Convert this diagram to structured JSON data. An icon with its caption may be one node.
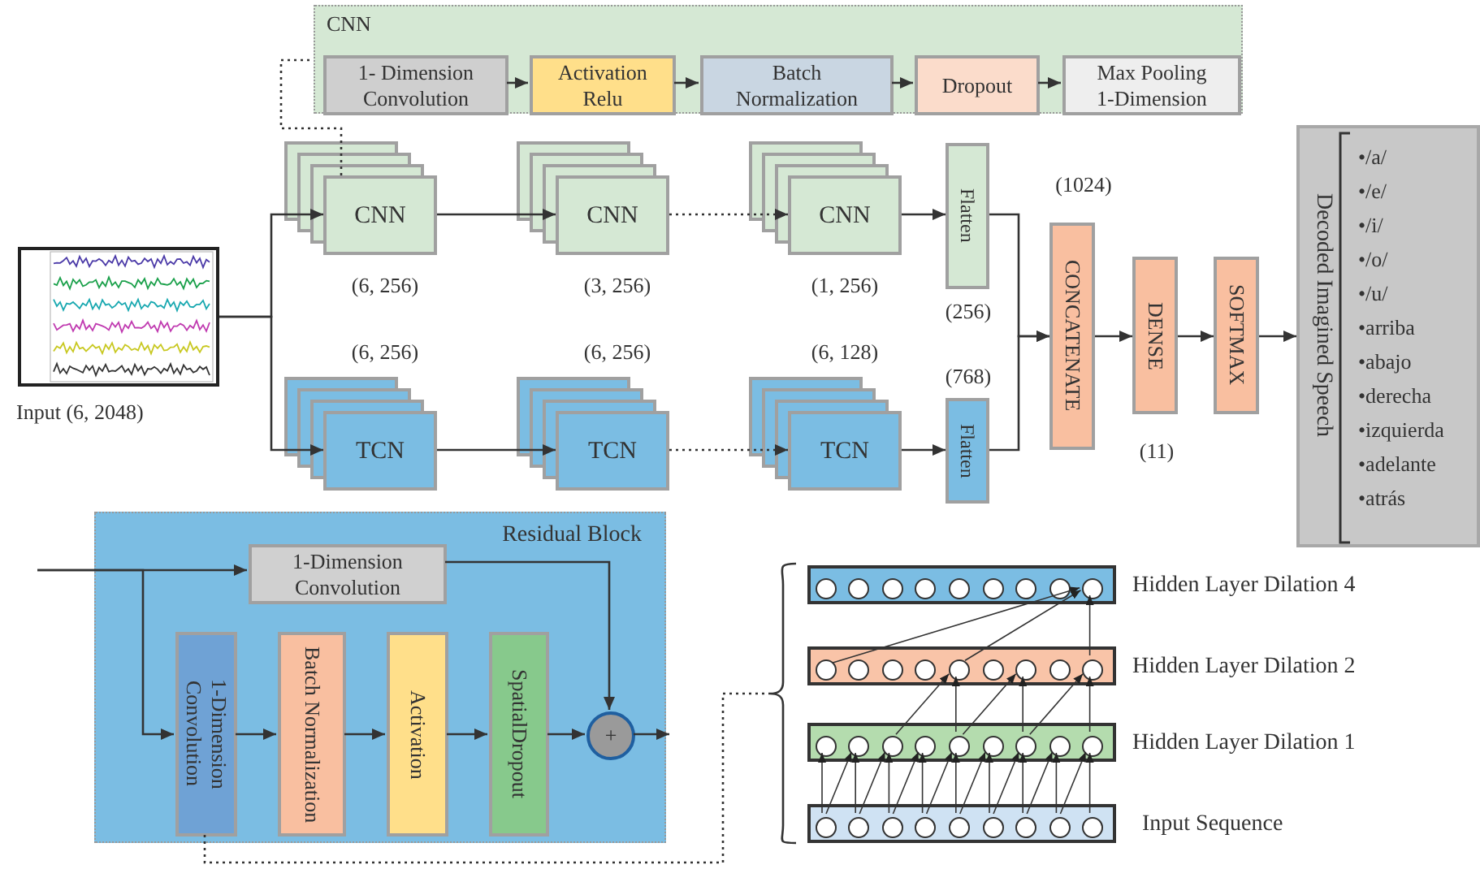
{
  "diagram": {
    "nodes": [
      {
        "text": [
          "CNN"
        ]
      },
      {
        "text": [
          "1- Dimension Convolution"
        ],
        "in": 0
      },
      {
        "text": [
          "Activation Relu"
        ],
        "in": 0
      },
      {
        "text": [
          "Batch Normalization"
        ],
        "in": 0
      },
      {
        "text": [
          "Dropout"
        ],
        "in": 0
      },
      {
        "text": [
          "Max Pooling 1-Dimension"
        ],
        "in": 0
      },
      {
        "text": [],
        "shape": "picture",
        "beside": [
          "Input (6, 2048)"
        ]
      },
      {
        "text": [
          "CNN"
        ],
        "beside": [
          "(6, 256)"
        ]
      },
      {
        "text": [
          "CNN"
        ],
        "beside": [
          "(3, 256)"
        ]
      },
      {
        "text": [
          "CNN"
        ],
        "beside": [
          "(1, 256)"
        ]
      },
      {
        "text": [
          "Flatten"
        ],
        "beside": [
          "(256)"
        ]
      },
      {
        "text": [
          "TCN"
        ],
        "beside": [
          "(6, 256)"
        ]
      },
      {
        "text": [
          "TCN"
        ],
        "beside": [
          "(6, 256)"
        ]
      },
      {
        "text": [
          "TCN"
        ],
        "beside": [
          "(6, 128)"
        ]
      },
      {
        "text": [
          "Flatten"
        ],
        "beside": [
          "(768)"
        ]
      },
      {
        "text": [
          "CONCATENATE"
        ],
        "beside": [
          "(1024)"
        ]
      },
      {
        "text": [
          "DENSE"
        ],
        "beside": [
          "(11)"
        ]
      },
      {
        "text": [
          "SOFTMAX"
        ]
      },
      {
        "text": [
          "Decoded Imagined Speech",
          "•/a/",
          "•/e/",
          "•/i/",
          "•/o/",
          "•/u/",
          "•arriba",
          "•abajo",
          "•derecha",
          "•izquierda",
          "•adelante",
          "•atrás"
        ]
      },
      {
        "text": [
          "Residual Block"
        ]
      },
      {
        "text": [
          "1-Dimension Convolution"
        ],
        "in": 19
      },
      {
        "text": [
          "1-Dimension Convolution"
        ],
        "in": 19
      },
      {
        "text": [
          "Batch Normalization"
        ],
        "in": 19
      },
      {
        "text": [
          "Activation"
        ],
        "in": 19
      },
      {
        "text": [
          "SpatialDropout"
        ],
        "in": 19
      },
      {
        "text": [
          "+"
        ],
        "in": 19
      },
      {
        "text": [],
        "shape": "bar",
        "beside": [
          "Hidden Layer Dilation 4"
        ]
      },
      {
        "text": [],
        "shape": "bar",
        "beside": [
          "Hidden Layer Dilation 2"
        ]
      },
      {
        "text": [],
        "shape": "bar",
        "beside": [
          "Hidden Layer Dilation 1"
        ]
      },
      {
        "text": [],
        "shape": "bar",
        "beside": [
          "Input Sequence"
        ]
      },
      {
        "text": [],
        "shape": "circle",
        "in": 26
      },
      {
        "text": [],
        "shape": "circle",
        "in": 26
      },
      {
        "text": [],
        "shape": "circle",
        "in": 26
      },
      {
        "text": [],
        "shape": "circle",
        "in": 26
      },
      {
        "text": [],
        "shape": "circle",
        "in": 26
      },
      {
        "text": [],
        "shape": "circle",
        "in": 26
      },
      {
        "text": [],
        "shape": "circle",
        "in": 26
      },
      {
        "text": [],
        "shape": "circle",
        "in": 26
      },
      {
        "text": [],
        "shape": "circle",
        "in": 26
      },
      {
        "text": [],
        "shape": "circle",
        "in": 27
      },
      {
        "text": [],
        "shape": "circle",
        "in": 27
      },
      {
        "text": [],
        "shape": "circle",
        "in": 27
      },
      {
        "text": [],
        "shape": "circle",
        "in": 27
      },
      {
        "text": [],
        "shape": "circle",
        "in": 27
      },
      {
        "text": [],
        "shape": "circle",
        "in": 27
      },
      {
        "text": [],
        "shape": "circle",
        "in": 27
      },
      {
        "text": [],
        "shape": "circle",
        "in": 27
      },
      {
        "text": [],
        "shape": "circle",
        "in": 27
      },
      {
        "text": [],
        "shape": "circle",
        "in": 28
      },
      {
        "text": [],
        "shape": "circle",
        "in": 28
      },
      {
        "text": [],
        "shape": "circle",
        "in": 28
      },
      {
        "text": [],
        "shape": "circle",
        "in": 28
      },
      {
        "text": [],
        "shape": "circle",
        "in": 28
      },
      {
        "text": [],
        "shape": "circle",
        "in": 28
      },
      {
        "text": [],
        "shape": "circle",
        "in": 28
      },
      {
        "text": [],
        "shape": "circle",
        "in": 28
      },
      {
        "text": [],
        "shape": "circle",
        "in": 28
      },
      {
        "text": [],
        "shape": "circle",
        "in": 29
      },
      {
        "text": [],
        "shape": "circle",
        "in": 29
      },
      {
        "text": [],
        "shape": "circle",
        "in": 29
      },
      {
        "text": [],
        "shape": "circle",
        "in": 29
      },
      {
        "text": [],
        "shape": "circle",
        "in": 29
      },
      {
        "text": [],
        "shape": "circle",
        "in": 29
      },
      {
        "text": [],
        "shape": "circle",
        "in": 29
      },
      {
        "text": [],
        "shape": "circle",
        "in": 29
      },
      {
        "text": [],
        "shape": "circle",
        "in": 29
      },
      {
        "text": [],
        "shape": "bracket"
      }
    ],
    "edges": [
      {
        "from": 1,
        "to": 2,
        "arrow": "to"
      },
      {
        "from": 2,
        "to": 3,
        "arrow": "to"
      },
      {
        "from": 3,
        "to": 4,
        "arrow": "to"
      },
      {
        "from": 4,
        "to": 5,
        "arrow": "to"
      },
      {
        "from": 7,
        "to": 0,
        "arrow": "none",
        "style": "dashed"
      },
      {
        "from": 6,
        "to": 7,
        "arrow": "to"
      },
      {
        "from": 6,
        "to": 11,
        "arrow": "to"
      },
      {
        "from": 7,
        "to": 8,
        "arrow": "to"
      },
      {
        "from": 8,
        "to": 9,
        "arrow": "to",
        "style": "dashed"
      },
      {
        "from": 9,
        "to": 10,
        "arrow": "to"
      },
      {
        "from": 11,
        "to": 12,
        "arrow": "to"
      },
      {
        "from": 12,
        "to": 13,
        "arrow": "to",
        "style": "dashed"
      },
      {
        "from": 13,
        "to": 14,
        "arrow": "to"
      },
      {
        "from": 10,
        "to": 15,
        "arrow": "to"
      },
      {
        "from": 14,
        "to": 15,
        "arrow": "to"
      },
      {
        "from": 15,
        "to": 16,
        "arrow": "to"
      },
      {
        "from": 16,
        "to": 17,
        "arrow": "to"
      },
      {
        "from": 17,
        "to": 18,
        "arrow": "to"
      },
      {
        "from": null,
        "to": 20,
        "arrow": "to"
      },
      {
        "from": null,
        "to": 21,
        "arrow": "to"
      },
      {
        "from": 20,
        "to": 25,
        "arrow": "to"
      },
      {
        "from": 21,
        "to": 22,
        "arrow": "to"
      },
      {
        "from": 22,
        "to": 23,
        "arrow": "to"
      },
      {
        "from": 23,
        "to": 24,
        "arrow": "to"
      },
      {
        "from": 24,
        "to": 25,
        "arrow": "to"
      },
      {
        "from": 25,
        "to": null,
        "arrow": "to"
      },
      {
        "from": 21,
        "to": 66,
        "arrow": "none",
        "style": "dashed"
      },
      {
        "from": 57,
        "to": 48,
        "arrow": "to"
      },
      {
        "from": 58,
        "to": 49,
        "arrow": "to"
      },
      {
        "from": 57,
        "to": 49,
        "arrow": "to"
      },
      {
        "from": 59,
        "to": 50,
        "arrow": "to"
      },
      {
        "from": 58,
        "to": 50,
        "arrow": "to"
      },
      {
        "from": 60,
        "to": 51,
        "arrow": "to"
      },
      {
        "from": 59,
        "to": 51,
        "arrow": "to"
      },
      {
        "from": 61,
        "to": 52,
        "arrow": "to"
      },
      {
        "from": 60,
        "to": 52,
        "arrow": "to"
      },
      {
        "from": 62,
        "to": 53,
        "arrow": "to"
      },
      {
        "from": 61,
        "to": 53,
        "arrow": "to"
      },
      {
        "from": 63,
        "to": 54,
        "arrow": "to"
      },
      {
        "from": 62,
        "to": 54,
        "arrow": "to"
      },
      {
        "from": 64,
        "to": 55,
        "arrow": "to"
      },
      {
        "from": 63,
        "to": 55,
        "arrow": "to"
      },
      {
        "from": 65,
        "to": 56,
        "arrow": "to"
      },
      {
        "from": 64,
        "to": 56,
        "arrow": "to"
      },
      {
        "from": 50,
        "to": 43,
        "arrow": "to"
      },
      {
        "from": 52,
        "to": 43,
        "arrow": "to"
      },
      {
        "from": 52,
        "to": 45,
        "arrow": "to"
      },
      {
        "from": 54,
        "to": 45,
        "arrow": "to"
      },
      {
        "from": 54,
        "to": 47,
        "arrow": "to"
      },
      {
        "from": 56,
        "to": 47,
        "arrow": "to"
      },
      {
        "from": 39,
        "to": 38,
        "arrow": "to"
      },
      {
        "from": 43,
        "to": 38,
        "arrow": "to"
      },
      {
        "from": 47,
        "to": 38,
        "arrow": "to"
      }
    ]
  }
}
